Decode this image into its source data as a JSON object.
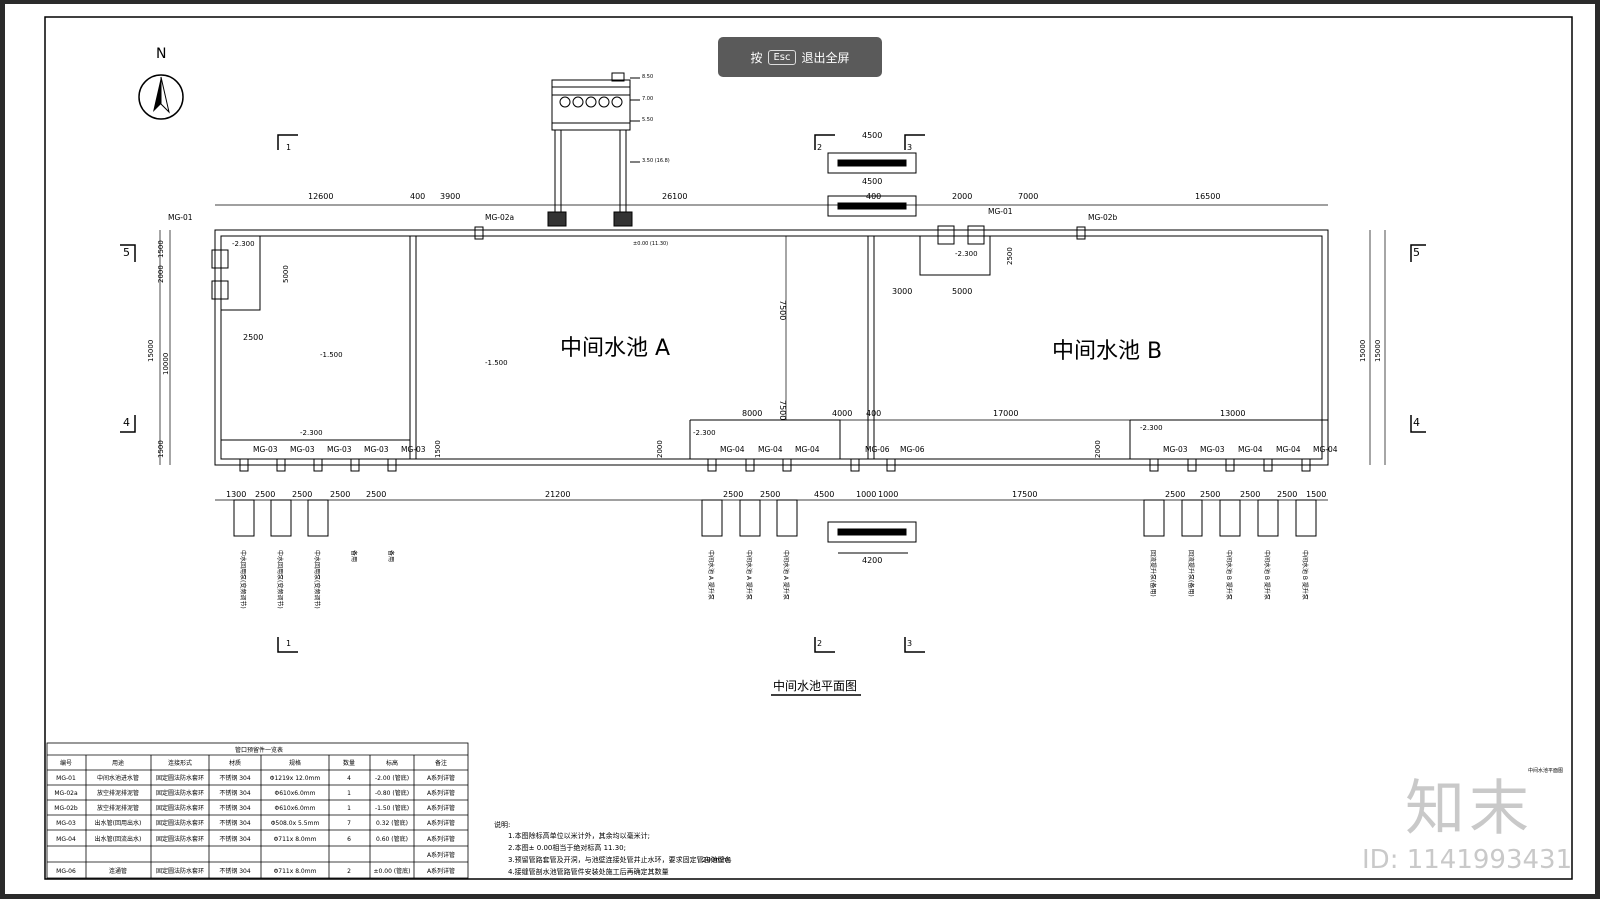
{
  "toast": {
    "prefix": "按",
    "key": "Esc",
    "suffix": "退出全屏"
  },
  "compass": "N",
  "drawing_title": "中间水池平面图",
  "corner_title": "中间水池平面图",
  "pools": {
    "a": "中间水池  A",
    "b": "中间水池  B"
  },
  "section_marks": {
    "s1": "1",
    "s2": "2",
    "s3": "3",
    "s4": "4",
    "s5": "5"
  },
  "top_dims": [
    "12600",
    "400",
    "3900",
    "26100",
    "400",
    "2000",
    "7000",
    "16500"
  ],
  "box_dims": [
    "4500",
    "4500",
    "400",
    "400"
  ],
  "bottom_dims": [
    "1300",
    "2500",
    "2500",
    "2500",
    "2500",
    "21200",
    "2500",
    "2500",
    "4500",
    "1000",
    "1000",
    "17500",
    "2500",
    "2500",
    "2500",
    "2500",
    "1500"
  ],
  "middle_dims": [
    "8000",
    "4000",
    "400",
    "17000",
    "13000",
    "7500",
    "7500",
    "3000",
    "5000",
    "2500"
  ],
  "left_dims": [
    "1500",
    "2000",
    "15000",
    "10000",
    "1500",
    "5000",
    "2500",
    "1500"
  ],
  "right_dims": [
    "15000",
    "15000",
    "2500",
    "2000",
    "2000"
  ],
  "elevations": {
    "a_corner": "-2.300",
    "a_floor_1": "-1.500",
    "a_floor_2": "-1.500",
    "a_trench": "-2.300",
    "a_trench_2": "-2.300",
    "b_corner": "-2.300",
    "b_trench": "-2.300",
    "top": "±0.00 (11.30)",
    "panel_1": "8.50",
    "panel_2": "7.00",
    "panel_3": "5.50",
    "panel_4": "3.50 (16.8)"
  },
  "pipe_tags": {
    "mg01_left": "MG-01",
    "mg02a": "MG-02a",
    "mg01_right": "MG-01",
    "mg02b": "MG-02b",
    "a_bottom": [
      "MG-03",
      "MG-03",
      "MG-03",
      "MG-03",
      "MG-03"
    ],
    "a_mid": [
      "MG-04",
      "MG-04",
      "MG-04"
    ],
    "mg06": [
      "MG-06",
      "MG-06"
    ],
    "b_bottom": [
      "MG-03",
      "MG-03",
      "MG-04",
      "MG-04",
      "MG-04"
    ]
  },
  "pump_labels_a": [
    "中水回用泵(变频调节)",
    "中水回用泵(变频调节)",
    "中水回用泵(变频调节)",
    "备用",
    "备用"
  ],
  "pump_labels_mid": [
    "中间水池 A 提升泵",
    "中间水池 A 提升泵",
    "中间水池 A 提升泵"
  ],
  "pump_labels_b": [
    "回流提升泵(备用)",
    "回流提升泵(备用)",
    "中间水池 B 提升泵",
    "中间水池 B 提升泵",
    "中间水池 B 提升泵"
  ],
  "sleeve_dim": "4200",
  "table": {
    "title": "管口预留件一览表",
    "headers": [
      "编号",
      "用途",
      "连接形式",
      "材质",
      "规格",
      "数量",
      "标高",
      "备注"
    ],
    "rows": [
      [
        "MG-01",
        "中间水池进水管",
        "固定圆法防水套环",
        "不锈钢 304",
        "Φ1219x 12.0mm",
        "4",
        "-2.00 (管底)",
        "A系列详管"
      ],
      [
        "MG-02a",
        "放空排泥排泥管",
        "固定圆法防水套环",
        "不锈钢 304",
        "Φ610x6.0mm",
        "1",
        "-0.80 (管底)",
        "A系列详管"
      ],
      [
        "MG-02b",
        "放空排泥排泥管",
        "固定圆法防水套环",
        "不锈钢 304",
        "Φ610x6.0mm",
        "1",
        "-1.50 (管底)",
        "A系列详管"
      ],
      [
        "MG-03",
        "出水管(回用出水)",
        "固定圆法防水套环",
        "不锈钢 304",
        "Φ508.0x 5.5mm",
        "7",
        "0.32 (管底)",
        "A系列详管"
      ],
      [
        "MG-04",
        "出水管(回流出水)",
        "固定圆法防水套环",
        "不锈钢 304",
        "Φ711x 8.0mm",
        "6",
        "0.60 (管底)",
        "A系列详管"
      ],
      [
        "",
        "",
        "",
        "",
        "",
        "",
        "",
        "A系列详管"
      ],
      [
        "MG-06",
        "连通管",
        "固定圆法防水套环",
        "不锈钢 304",
        "Φ711x 8.0mm",
        "2",
        "±0.00 (管底)",
        "A系列详管"
      ]
    ]
  },
  "notes": {
    "title": "说明:",
    "lines": [
      "1.本图除标高单位以米计外，其余均以毫米计;",
      "2.本图± 0.00相当于绝对标高 11.30;",
      "3.预留管路套管及开洞，与池壁连接处管井止水环，要求固定管自池壁各",
      "4.接缝管剖水池管路管件安装处施工后再确定其数量"
    ],
    "extra": "200mm;"
  },
  "brand": "知末",
  "watermark_id": "ID: 1141993431"
}
